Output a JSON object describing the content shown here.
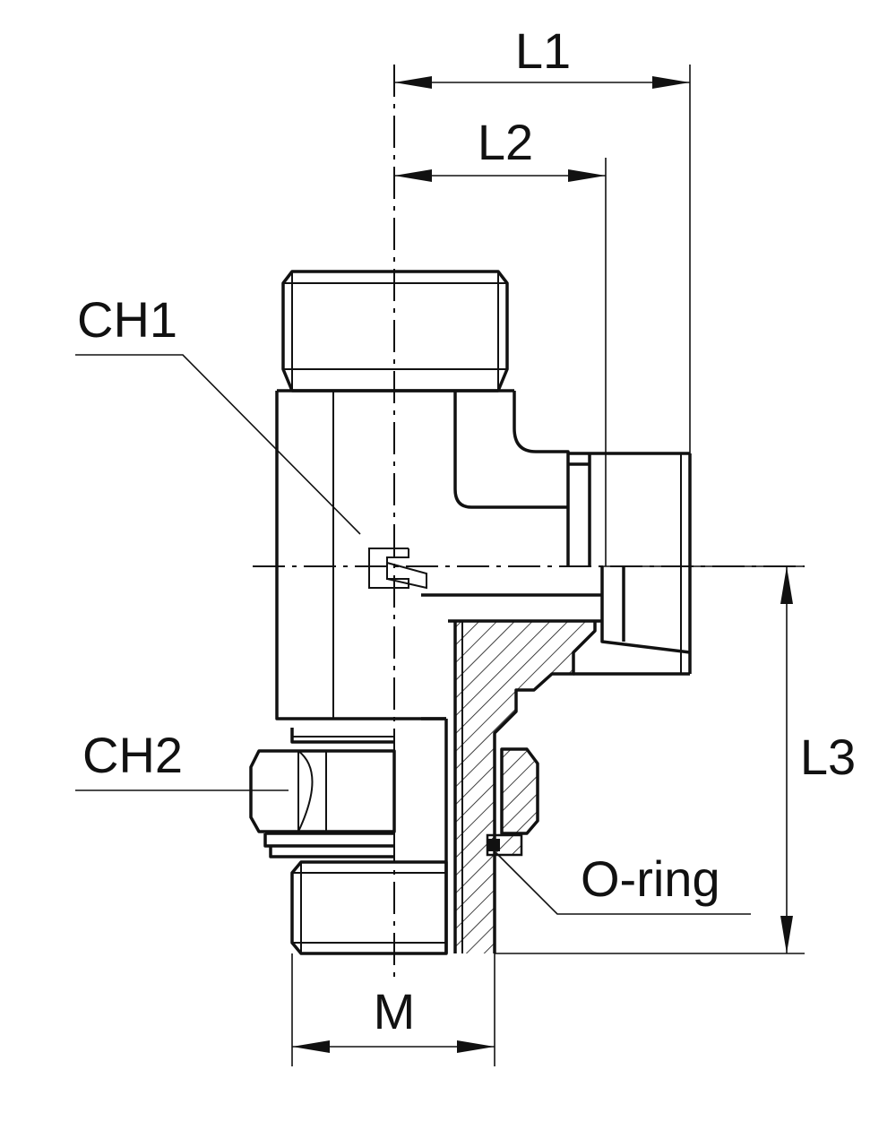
{
  "labels": {
    "l1": "L1",
    "l2": "L2",
    "l3": "L3",
    "m": "M",
    "ch1": "CH1",
    "ch2": "CH2",
    "oring": "O-ring"
  }
}
